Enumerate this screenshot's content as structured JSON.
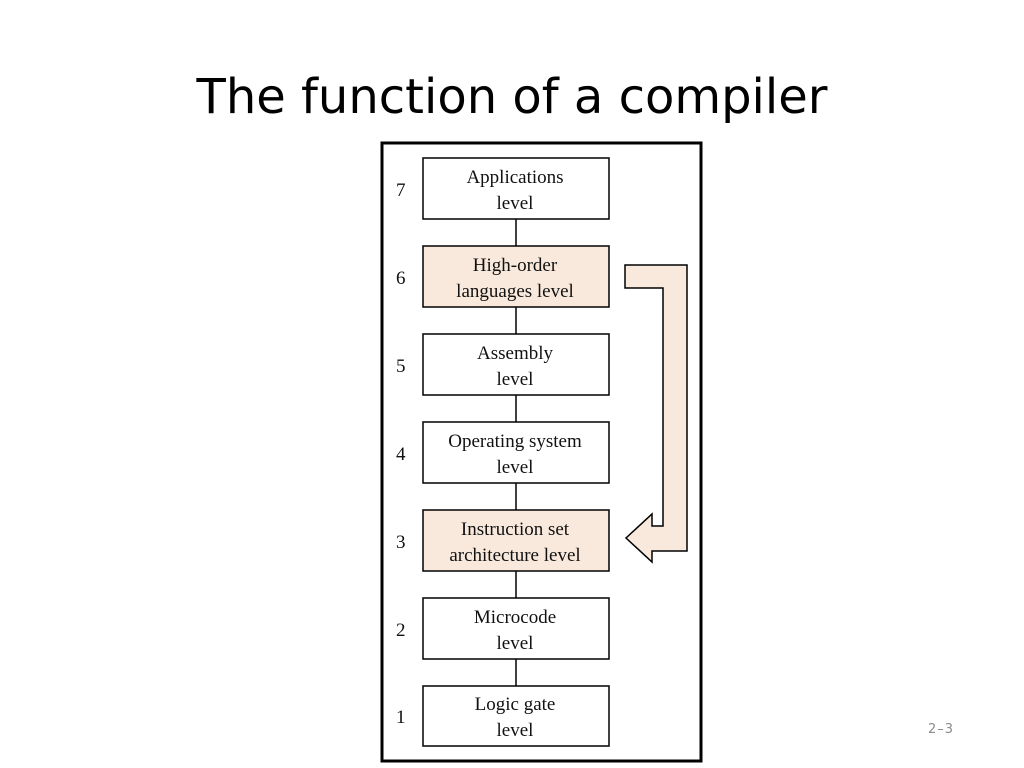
{
  "slide": {
    "title": "The function of a compiler",
    "page_number": "2–3"
  },
  "colors": {
    "highlight_fill": "#f8e9dc",
    "box_fill": "#ffffff",
    "stroke": "#000000"
  },
  "levels": [
    {
      "number": "7",
      "line1": "Applications",
      "line2": "level",
      "highlighted": false
    },
    {
      "number": "6",
      "line1": "High-order",
      "line2": "languages level",
      "highlighted": true
    },
    {
      "number": "5",
      "line1": "Assembly",
      "line2": "level",
      "highlighted": false
    },
    {
      "number": "4",
      "line1": "Operating system",
      "line2": "level",
      "highlighted": false
    },
    {
      "number": "3",
      "line1": "Instruction set",
      "line2": "architecture level",
      "highlighted": true
    },
    {
      "number": "2",
      "line1": "Microcode",
      "line2": "level",
      "highlighted": false
    },
    {
      "number": "1",
      "line1": "Logic gate",
      "line2": "level",
      "highlighted": false
    }
  ],
  "arrow": {
    "from_level": "6",
    "to_level": "3"
  }
}
